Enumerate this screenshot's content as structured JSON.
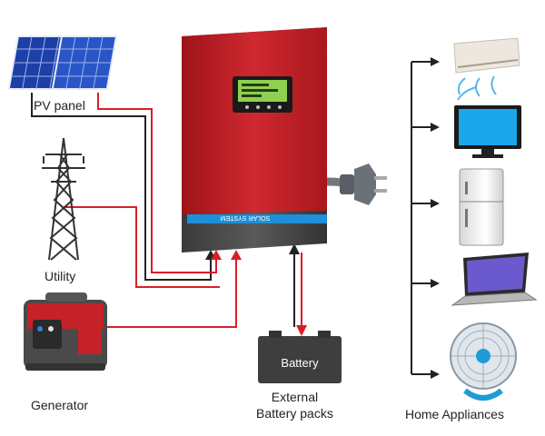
{
  "labels": {
    "pv_panel": "PV panel",
    "utility": "Utility",
    "generator": "Generator",
    "battery": "Battery",
    "external_line1": "External",
    "external_line2": "Battery packs",
    "home_appliances": "Home Appliances",
    "inverter_band": "SOLAR SYSTEM"
  },
  "icons": [
    "solar-panel-icon",
    "power-tower-icon",
    "generator-icon",
    "inverter-icon",
    "plug-icon",
    "battery-icon",
    "air-conditioner-icon",
    "tv-icon",
    "fridge-icon",
    "laptop-icon",
    "fan-icon"
  ],
  "colors": {
    "inverter_red": "#c8202a",
    "wire_red": "#d81f26",
    "wire_black": "#222222",
    "lcd_green": "#8fd14f",
    "panel_blue": "#2a55c8"
  }
}
